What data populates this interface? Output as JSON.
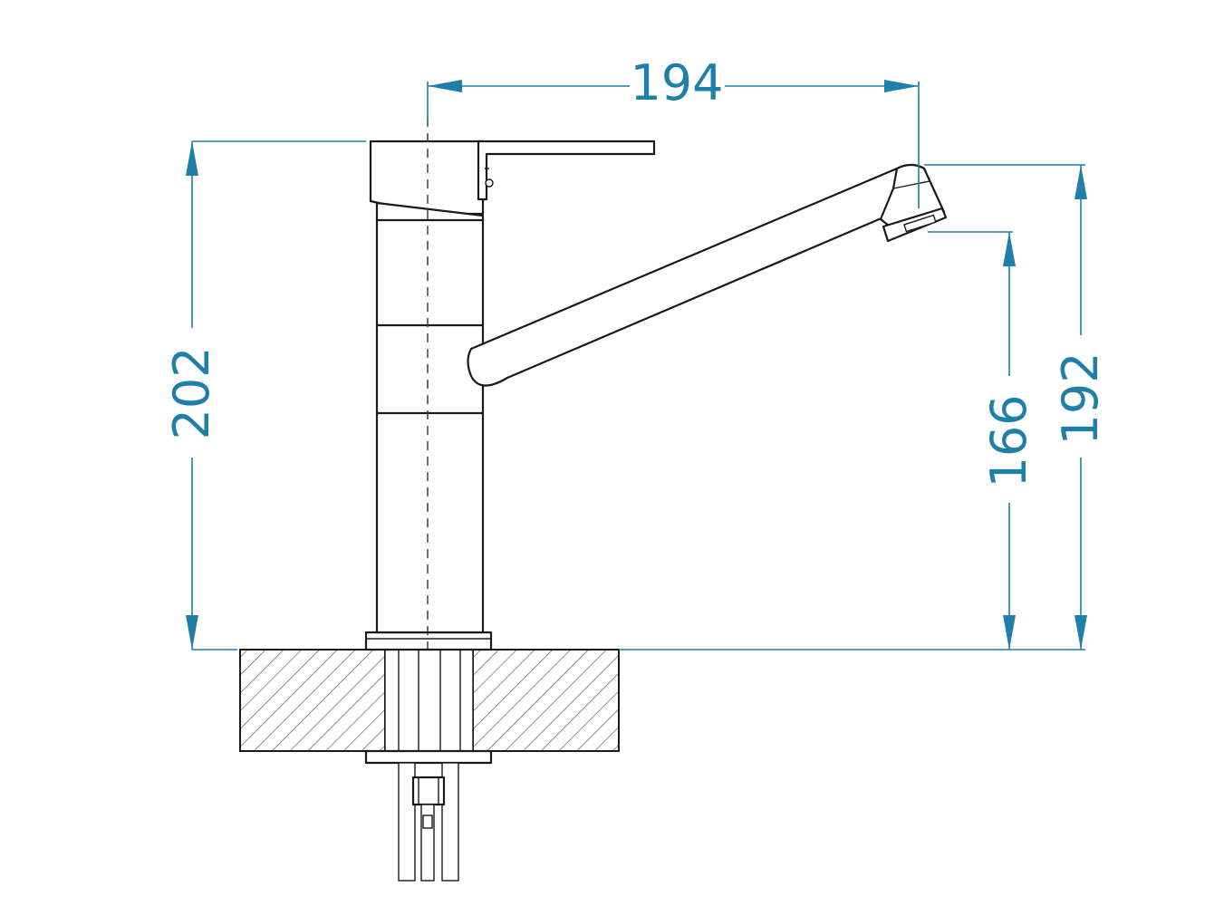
{
  "dimensions": {
    "spout_reach": "194",
    "total_height": "202",
    "outlet_height": "166",
    "spout_top_height": "192"
  },
  "colors": {
    "dimension": "#1f7fa8",
    "outline": "#1a1a1a",
    "background": "#ffffff"
  }
}
